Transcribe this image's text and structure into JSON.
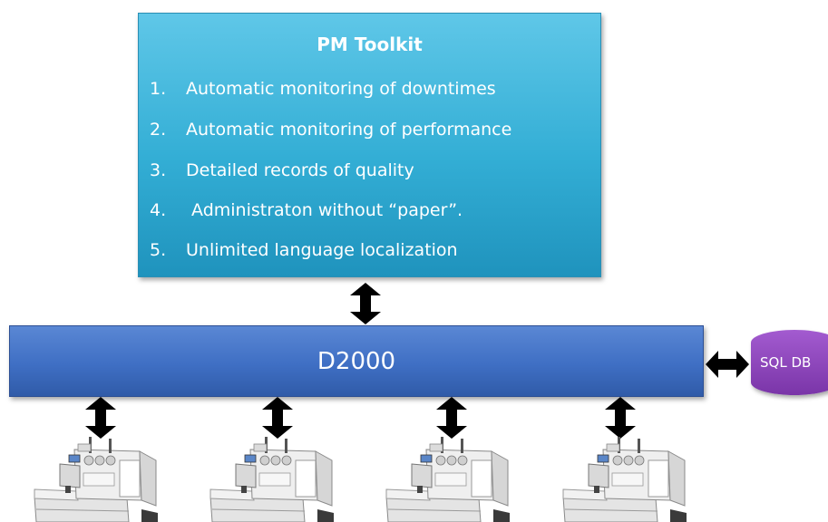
{
  "pm_toolkit": {
    "title": "PM Toolkit",
    "items": [
      {
        "number": "1.",
        "text": "Automatic monitoring of downtimes"
      },
      {
        "number": "2.",
        "text": "Automatic monitoring of performance"
      },
      {
        "number": "3.",
        "text": "Detailed records of quality"
      },
      {
        "number": "4.",
        "text": " Administraton without “paper”."
      },
      {
        "number": "5.",
        "text": "Unlimited language localization"
      }
    ]
  },
  "d2000": {
    "label": "D2000"
  },
  "database": {
    "label": "SQL DB"
  },
  "machines": [
    {
      "icon": "sewing-machine-icon"
    },
    {
      "icon": "sewing-machine-icon"
    },
    {
      "icon": "sewing-machine-icon"
    },
    {
      "icon": "sewing-machine-icon"
    }
  ],
  "colors": {
    "pm_box": "#33aed5",
    "d2000_bar": "#3f6fc4",
    "sql_db": "#7a35a8",
    "arrows": "#000000"
  }
}
